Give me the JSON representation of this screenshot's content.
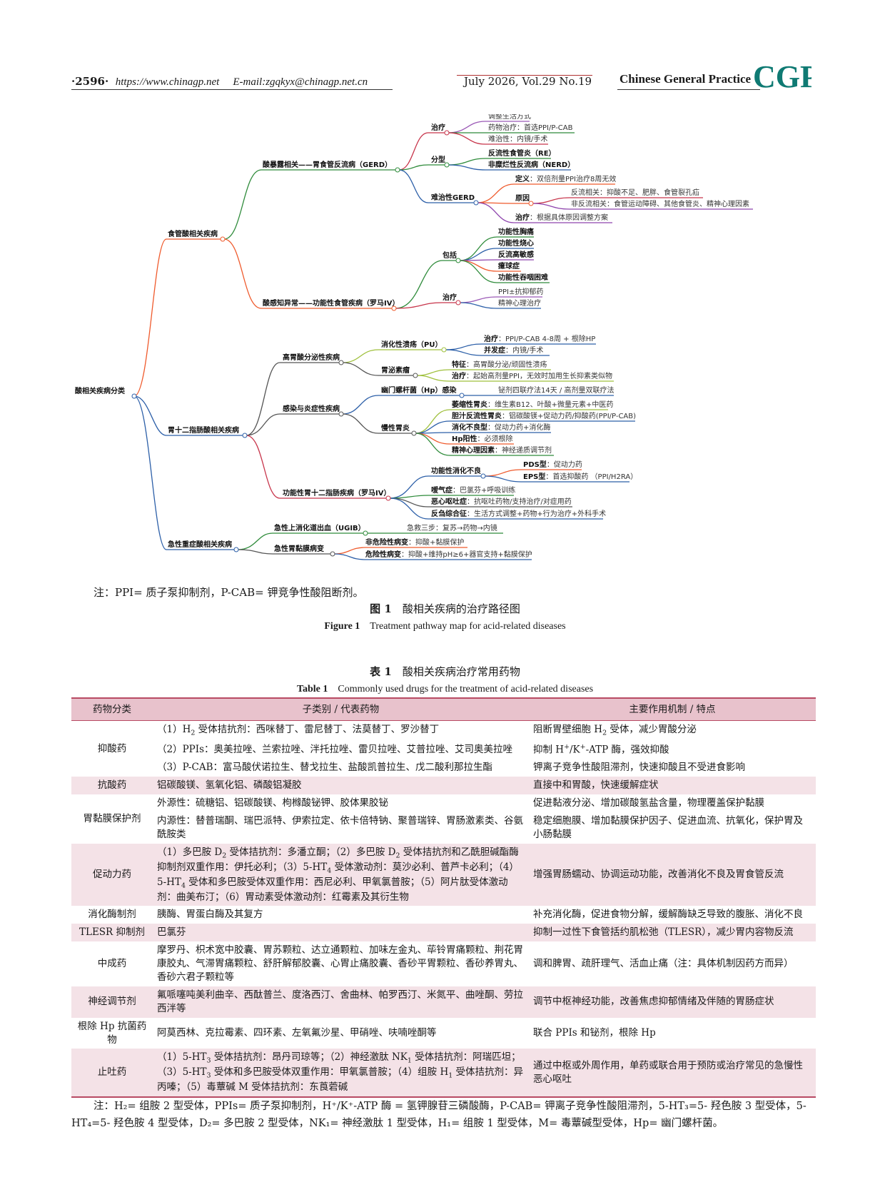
{
  "header": {
    "page_num": "·2596·",
    "website": "https://www.chinagp.net",
    "email": "E-mail:zgqkyx@chinagp.net.cn",
    "issue": "July 2026, Vol.29 No.19",
    "journal": "Chinese General Practice",
    "logo_text": "CGP",
    "brand_color": "#0f7a73"
  },
  "mindmap": {
    "root": "酸相关疾病分类",
    "l1": [
      "食管酸相关疾病",
      "胃十二指肠酸相关疾病",
      "急性重症酸相关疾病"
    ],
    "gerd": {
      "title": "酸暴露相关——胃食管反流病（GERD）",
      "treat_title": "治疗",
      "treat_items": [
        "调整生活方式",
        "药物治疗：首选PPI/P-CAB",
        "难治性：内镜/手术"
      ],
      "type_title": "分型",
      "type_items": [
        "反流性食管炎（RE）",
        "非糜烂性反流病（NERD）"
      ],
      "refractory_title": "难治性GERD",
      "def_label": "定义",
      "def_text": "：双倍剂量PPI治疗8周无效",
      "cause_label": "原因",
      "cause_items": [
        "反流相关：抑酸不足、肥胖、食管裂孔疝",
        "非反流相关：食管运动障碍、其他食管炎、精神心理因素"
      ],
      "rt_label": "治疗",
      "rt_text": "：根据具体原因调整方案"
    },
    "func_eso": {
      "title": "酸感知异常——功能性食管疾病（罗马IV）",
      "incl_title": "包括",
      "incl_items": [
        "功能性胸痛",
        "功能性烧心",
        "反流高敏感",
        "癔球症",
        "功能性吞咽困难"
      ],
      "treat_title": "治疗",
      "treat_items": [
        "PPI±抗抑郁药",
        "精神心理治疗"
      ]
    },
    "hyper": {
      "title": "高胃酸分泌性疾病",
      "pu_title": "消化性溃疡（PU）",
      "pu_treat_label": "治疗",
      "pu_treat_text": "：PPI/P-CAB 4-8周 + 根除HP",
      "pu_comp_label": "并发症",
      "pu_comp_text": "：内镜/手术",
      "gastrinoma_title": "胃泌素瘤",
      "g_feat_label": "特征",
      "g_feat_text": "：高胃酸分泌/顽固性溃疡",
      "g_treat_label": "治疗",
      "g_treat_text": "：起始高剂量PPI，无效时加用生长抑素类似物"
    },
    "infect": {
      "title": "感染与炎症性疾病",
      "hp_title": "幽门螺杆菌（Hp）感染",
      "hp_text": "铋剂四联疗法14天 / 高剂量双联疗法",
      "cg_title": "慢性胃炎",
      "cg_items": [
        {
          "label": "萎缩性胃炎",
          "text": "：维生素B12、叶酸+微量元素+中医药"
        },
        {
          "label": "胆汁反流性胃炎",
          "text": "：铝碳酸镁+促动力药/抑酸药(PPI/P-CAB)"
        },
        {
          "label": "消化不良型",
          "text": "：促动力药+消化酶"
        },
        {
          "label": "Hp阳性",
          "text": "：必须根除"
        },
        {
          "label": "精神心理因素",
          "text": "：神经递质调节剂"
        }
      ]
    },
    "fgid": {
      "title": "功能性胃十二指肠疾病（罗马IV）",
      "fd_title": "功能性消化不良",
      "fd_items": [
        {
          "label": "PDS型",
          "text": "：促动力药"
        },
        {
          "label": "EPS型",
          "text": "：首选抑酸药 （PPI/H2RA）"
        }
      ],
      "items": [
        {
          "label": "嗳气症",
          "text": "：巴氯芬+呼吸训练"
        },
        {
          "label": "恶心呕吐症",
          "text": "：抗呕吐药物/支持治疗/对症用药"
        },
        {
          "label": "反刍综合征",
          "text": "：生活方式调整+药物+行为治疗+外科手术"
        }
      ]
    },
    "acute": {
      "ugib_title": "急性上消化道出血（UGIB）",
      "ugib_text": "急救三步：复苏→药物→内镜",
      "mucosa_title": "急性胃黏膜病变",
      "items": [
        {
          "label": "非危险性病变",
          "text": "：抑酸+黏膜保护"
        },
        {
          "label": "危险性病变",
          "text": "：抑酸+维持pH≥6+器官支持+黏膜保护"
        }
      ]
    }
  },
  "figure": {
    "note": "注：PPI= 质子泵抑制剂，P-CAB= 钾竞争性酸阻断剂。",
    "caption_cn_label": "图 1",
    "caption_cn": "　酸相关疾病的治疗路径图",
    "caption_en_label": "Figure 1",
    "caption_en": "　Treatment pathway map for acid-related diseases"
  },
  "table": {
    "caption_cn_label": "表 1",
    "caption_cn": "　酸相关疾病治疗常用药物",
    "caption_en_label": "Table 1",
    "caption_en": "　Commonly used drugs for the treatment of acid-related diseases",
    "headers": [
      "药物分类",
      "子类别 / 代表药物",
      "主要作用机制 / 特点"
    ],
    "cats": [
      "抑酸药",
      "抗酸药",
      "胃黏膜保护剂",
      "促动力药",
      "消化酶制剂",
      "TLESR 抑制剂",
      "中成药",
      "神经调节剂",
      "根除 Hp 抗菌药物",
      "止吐药"
    ],
    "antacid_sub": "铝碳酸镁、氢氧化铝、磷酸铝凝胶",
    "antacid_mech": "直接中和胃酸，快速缓解症状",
    "ppi_sub": "（2）PPIs：奥美拉唑、兰索拉唑、泮托拉唑、雷贝拉唑、艾普拉唑、艾司奥美拉唑",
    "pcab_sub": "（3）P-CAB：富马酸伏诺拉生、替戈拉生、盐酸凯普拉生、戊二酸利那拉生酯",
    "pcab_mech": "钾离子竞争性酸阻滞剂，快速抑酸且不受进食影响",
    "mucosa_ext_sub": "外源性：硫糖铝、铝碳酸镁、枸橼酸铋钾、胶体果胶铋",
    "mucosa_ext_mech": "促进黏液分泌、增加碳酸氢盐含量，物理覆盖保护黏膜",
    "mucosa_int_sub": "内源性：替普瑞酮、瑞巴派特、伊索拉定、依卡倍特钠、聚普瑞锌、胃肠激素类、谷氨酰胺类",
    "mucosa_int_mech": "稳定细胞膜、增加黏膜保护因子、促进血流、抗氧化，保护胃及小肠黏膜",
    "prokinetic_mech": "增强胃肠蠕动、协调运动功能，改善消化不良及胃食管反流",
    "enzyme_sub": "胰酶、胃蛋白酶及其复方",
    "enzyme_mech": "补充消化酶，促进食物分解，缓解酶缺乏导致的腹胀、消化不良",
    "tlesr_sub": "巴氯芬",
    "tlesr_mech": "抑制一过性下食管括约肌松弛（TLESR），减少胃内容物反流",
    "tcm_sub": "摩罗丹、枳术宽中胶囊、胃苏颗粒、达立通颗粒、加味左金丸、荜铃胃痛颗粒、荆花胃康胶丸、气滞胃痛颗粒、舒肝解郁胶囊、心胃止痛胶囊、香砂平胃颗粒、香砂养胃丸、香砂六君子颗粒等",
    "tcm_mech": "调和脾胃、疏肝理气、活血止痛（注：具体机制因药方而异）",
    "neuro_sub": "氟哌噻吨美利曲辛、西酞普兰、度洛西汀、舍曲林、帕罗西汀、米氮平、曲唑酮、劳拉西泮等",
    "neuro_mech": "调节中枢神经功能，改善焦虑抑郁情绪及伴随的胃肠症状",
    "hp_sub": "阿莫西林、克拉霉素、四环素、左氧氟沙星、甲硝唑、呋喃唑酮等",
    "hp_mech": "联合 PPIs 和铋剂，根除 Hp",
    "antiemetic_mech": "通过中枢或外周作用，单药或联合用于预防或治疗常见的急慢性恶心呕吐",
    "note": "注：H₂= 组胺 2 型受体，PPIs= 质子泵抑制剂，H⁺/K⁺-ATP 酶 = 氢钾腺苷三磷酸酶，P-CAB= 钾离子竞争性酸阻滞剂，5-HT₃=5- 羟色胺 3 型受体，5-HT₄=5- 羟色胺 4 型受体，D₂= 多巴胺 2 型受体，NK₁= 神经激肽 1 型受体，H₁= 组胺 1 型受体，M= 毒蕈碱型受体，Hp= 幽门螺杆菌。"
  }
}
